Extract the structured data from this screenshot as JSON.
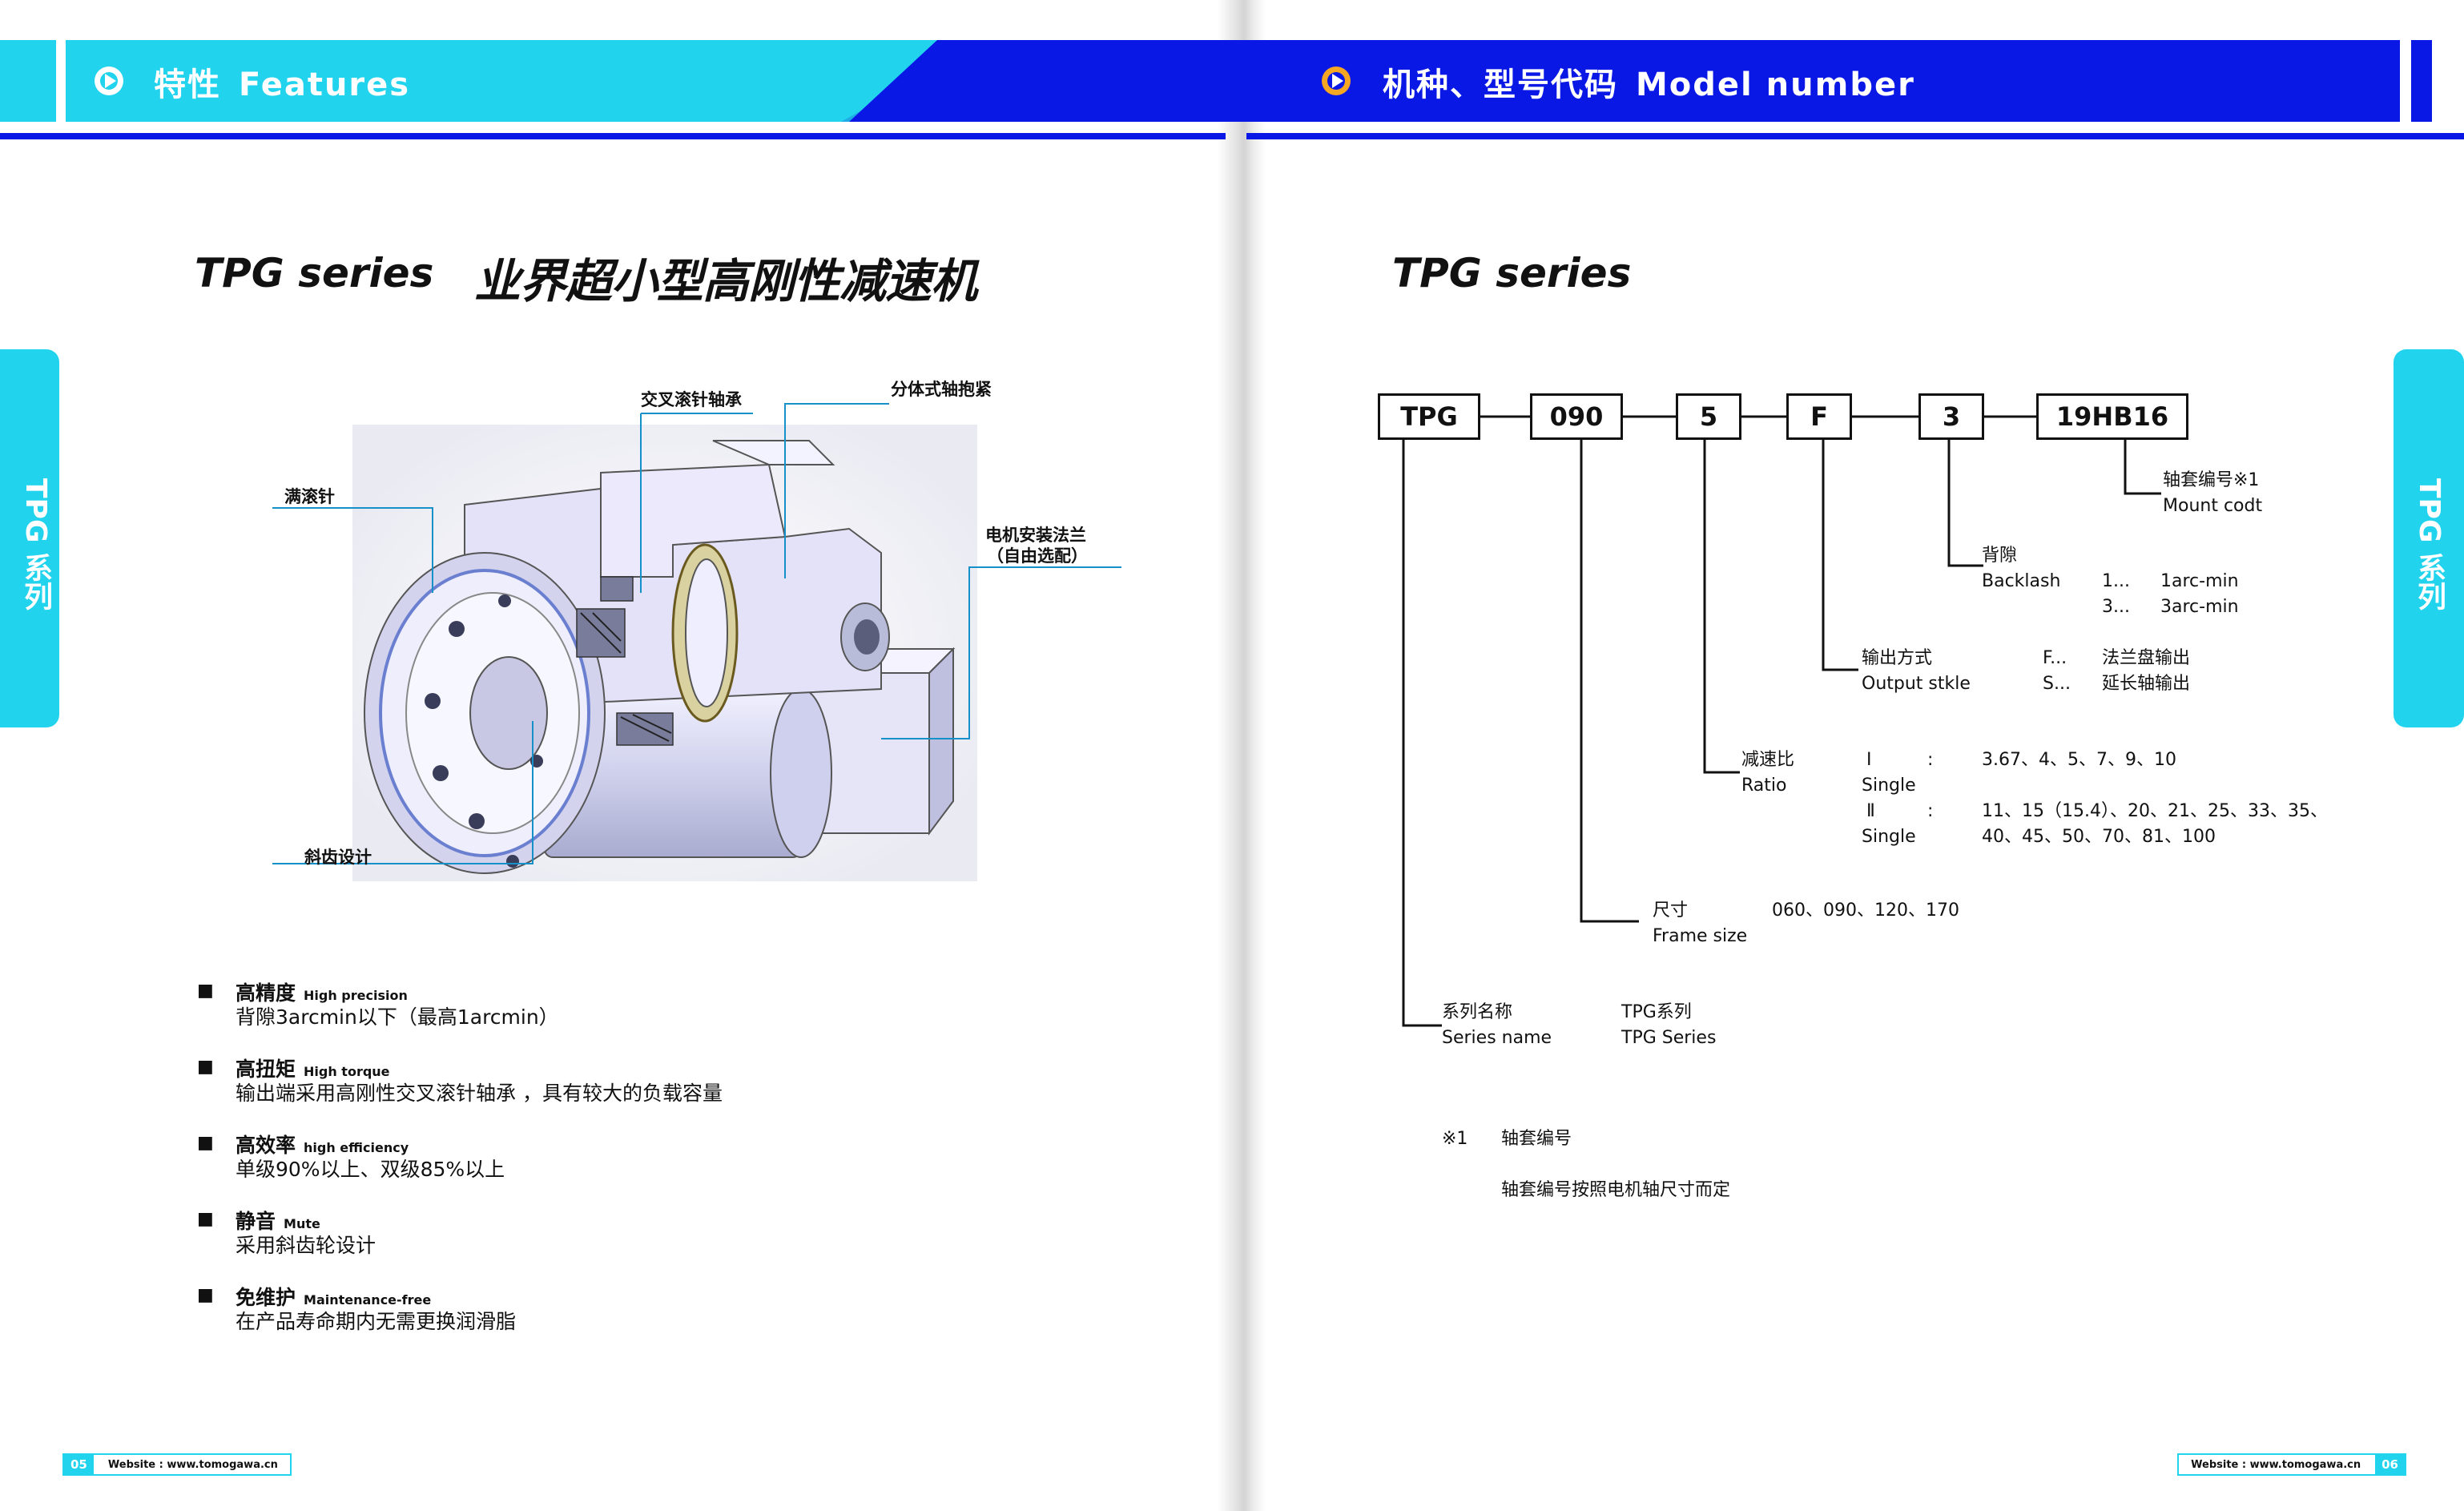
{
  "colors": {
    "cyan": "#22d3ee",
    "blue": "#0a18e6",
    "orange": "#f5a623",
    "line": "#1590c8"
  },
  "left_page": {
    "header": {
      "icon": "play-circle-icon",
      "title_cn": "特性",
      "title_en": "Features"
    },
    "series": "TPG series",
    "headline": "业界超小型高刚性减速机",
    "side_tab": "TPG 系列",
    "callouts": {
      "crossed_roller": "交叉滚针轴承",
      "split_clamp": "分体式轴抱紧",
      "full_needle": "满滚针",
      "motor_flange_1": "电机安装法兰",
      "motor_flange_2": "（自由选配）",
      "helical_gear": "斜齿设计"
    },
    "features": [
      {
        "title": "高精度",
        "en": "High precision",
        "desc": "背隙3arcmin以下（最高1arcmin）"
      },
      {
        "title": "高扭矩",
        "en": "High torque",
        "desc": "输出端采用高刚性交叉滚针轴承 ，具有较大的负载容量"
      },
      {
        "title": "高效率",
        "en": "high efficiency",
        "desc": "单级90%以上、双级85%以上"
      },
      {
        "title": "静音",
        "en": "Mute",
        "desc": "采用斜齿轮设计"
      },
      {
        "title": "免维护",
        "en": "Maintenance-free",
        "desc": "在产品寿命期内无需更换润滑脂"
      }
    ],
    "footer": {
      "page": "05",
      "website": "Website : www.tomogawa.cn"
    }
  },
  "right_page": {
    "header": {
      "icon": "play-circle-icon",
      "title_cn": "机种、型号代码",
      "title_en": "Model number"
    },
    "series": "TPG series",
    "side_tab": "TPG 系列",
    "codes": [
      "TPG",
      "090",
      "5",
      "F",
      "3",
      "19HB16"
    ],
    "mount": {
      "cn": "轴套编号※1",
      "en": "Mount codt"
    },
    "backlash": {
      "cn": "背隙",
      "en": "Backlash",
      "opts": [
        {
          "k": "1...",
          "v": "1arc-min"
        },
        {
          "k": "3...",
          "v": "3arc-min"
        }
      ]
    },
    "output": {
      "cn": "输出方式",
      "en": "Output stkle",
      "opts": [
        {
          "k": "F...",
          "v": "法兰盘输出"
        },
        {
          "k": "S...",
          "v": "延长轴输出"
        }
      ]
    },
    "ratio": {
      "cn": "减速比",
      "en": "Ratio",
      "i_label": "Ⅰ",
      "ii_label": "Ⅱ",
      "colon": ":",
      "single": "Single",
      "i_values": "3.67、4、5、7、9、10",
      "ii_values_1": "11、15（15.4）、20、21、25、33、35、",
      "ii_values_2": "40、45、50、70、81、100"
    },
    "frame": {
      "cn": "尺寸",
      "en": "Frame size",
      "values": "060、090、120、170"
    },
    "series_name": {
      "cn": "系列名称",
      "en": "Series name",
      "v_cn": "TPG系列",
      "v_en": "TPG Series"
    },
    "note": {
      "mark": "※1",
      "title": "轴套编号",
      "desc": "轴套编号按照电机轴尺寸而定"
    },
    "footer": {
      "page": "06",
      "website": "Website : www.tomogawa.cn"
    }
  }
}
